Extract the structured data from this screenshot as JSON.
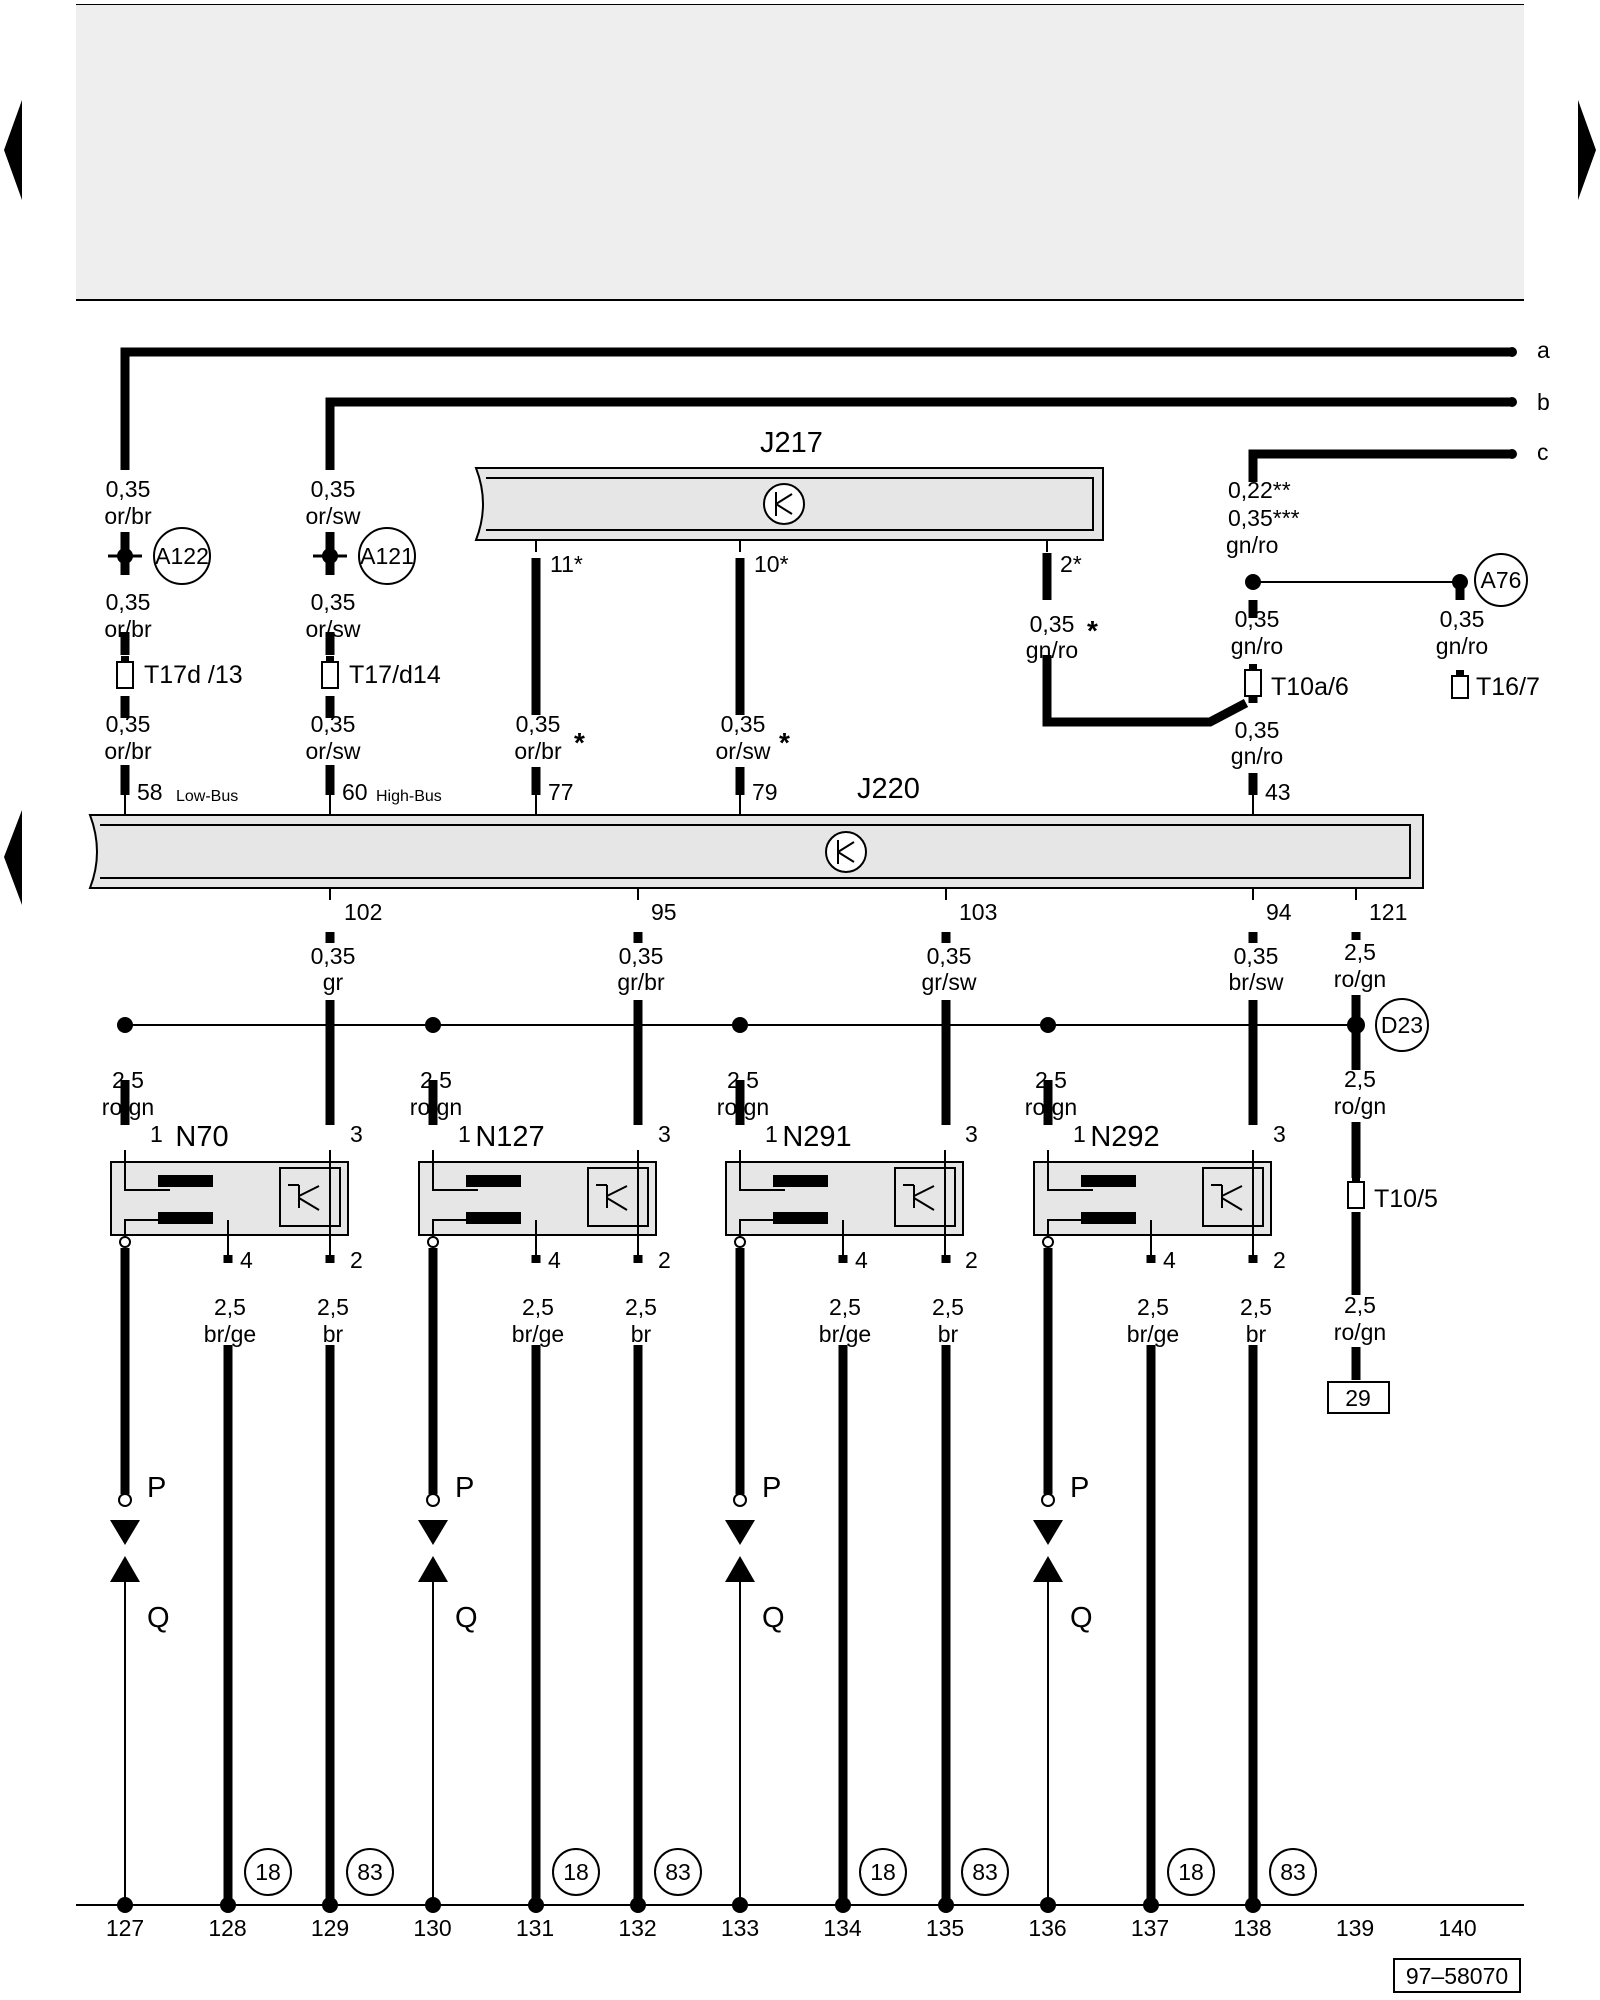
{
  "wire_labels": {
    "a": "a",
    "b": "b",
    "c": "c",
    "w1": [
      "0,35",
      "or/br"
    ],
    "w1b": [
      "0,35",
      "or/br"
    ],
    "w1c": [
      "0,35",
      "or/br"
    ],
    "w2": [
      "0,35",
      "or/sw"
    ],
    "w2b": [
      "0,35",
      "or/sw"
    ],
    "w2c": [
      "0,35",
      "or/sw"
    ],
    "w3": [
      "0,35",
      "or/br"
    ],
    "w4": [
      "0,35",
      "or/sw"
    ],
    "w5": [
      "0,35",
      "gn/ro"
    ],
    "w6a": "0,22**",
    "w6b": "0,35***",
    "w6c": "gn/ro",
    "w6d": [
      "0,35",
      "gn/ro"
    ],
    "w6e": [
      "0,35",
      "gn/ro"
    ],
    "w7": [
      "0,35",
      "gn/ro"
    ],
    "w8": [
      "0,35",
      "gr"
    ],
    "w9": [
      "0,35",
      "gr/br"
    ],
    "w10": [
      "0,35",
      "gr/sw"
    ],
    "w11": [
      "0,35",
      "br/sw"
    ],
    "w12": [
      "2,5",
      "ro/gn"
    ],
    "w12b": [
      "2,5",
      "ro/gn"
    ],
    "w12c": [
      "2,5",
      "ro/gn"
    ],
    "sol_supply": [
      "2,5",
      "ro/gn"
    ],
    "sol_pin4": [
      "2,5",
      "br/ge"
    ],
    "sol_pin2": [
      "2,5",
      "br"
    ]
  },
  "components": {
    "J217": "J217",
    "J220": "J220",
    "N70": "N70",
    "N127": "N127",
    "N291": "N291",
    "N292": "N292"
  },
  "connectors": {
    "T17d13": "T17d /13",
    "T17d14": "T17/d14",
    "T10a6": "T10a/6",
    "T167": "T16/7",
    "T105": "T10/5"
  },
  "junctions": {
    "A122": "A122",
    "A121": "A121",
    "A76": "A76",
    "D23": "D23"
  },
  "pins": {
    "j217": [
      "11*",
      "10*",
      "2*"
    ],
    "j220_top": [
      "58",
      "60",
      "77",
      "79",
      "43"
    ],
    "bus_low": "Low-Bus",
    "bus_high": "High-Bus",
    "j220_bottom": [
      "102",
      "95",
      "103",
      "94",
      "121"
    ],
    "sol": [
      "1",
      "3",
      "4",
      "2"
    ]
  },
  "asterisk": "*",
  "ref_box": "29",
  "arrows": {
    "p": "P",
    "q": "Q"
  },
  "ground_refs": [
    "18",
    "83"
  ],
  "track_numbers": [
    "127",
    "128",
    "129",
    "130",
    "131",
    "132",
    "133",
    "134",
    "135",
    "136",
    "137",
    "138",
    "139",
    "140"
  ],
  "doc_id": "97–58070"
}
